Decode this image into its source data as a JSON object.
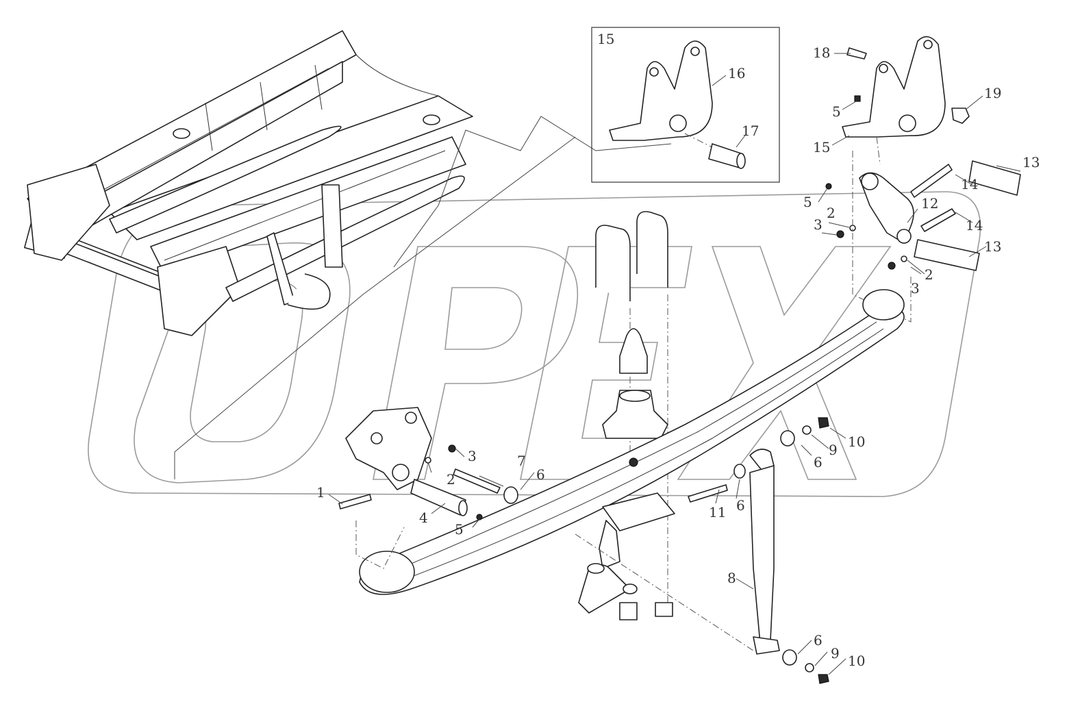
{
  "diagram": {
    "type": "exploded-parts-view",
    "watermark": "OPEX",
    "inset_label": "15",
    "callouts": [
      {
        "id": "c1",
        "label": "1"
      },
      {
        "id": "c2a",
        "label": "2"
      },
      {
        "id": "c2b",
        "label": "2"
      },
      {
        "id": "c2c",
        "label": "2"
      },
      {
        "id": "c3a",
        "label": "3"
      },
      {
        "id": "c3b",
        "label": "3"
      },
      {
        "id": "c3c",
        "label": "3"
      },
      {
        "id": "c4",
        "label": "4"
      },
      {
        "id": "c5a",
        "label": "5"
      },
      {
        "id": "c5b",
        "label": "5"
      },
      {
        "id": "c5c",
        "label": "5"
      },
      {
        "id": "c6a",
        "label": "6"
      },
      {
        "id": "c6b",
        "label": "6"
      },
      {
        "id": "c6c",
        "label": "6"
      },
      {
        "id": "c6d",
        "label": "6"
      },
      {
        "id": "c7",
        "label": "7"
      },
      {
        "id": "c8",
        "label": "8"
      },
      {
        "id": "c9a",
        "label": "9"
      },
      {
        "id": "c9b",
        "label": "9"
      },
      {
        "id": "c10a",
        "label": "10"
      },
      {
        "id": "c10b",
        "label": "10"
      },
      {
        "id": "c11",
        "label": "11"
      },
      {
        "id": "c12",
        "label": "12"
      },
      {
        "id": "c13a",
        "label": "13"
      },
      {
        "id": "c13b",
        "label": "13"
      },
      {
        "id": "c14a",
        "label": "14"
      },
      {
        "id": "c14b",
        "label": "14"
      },
      {
        "id": "c15",
        "label": "15"
      },
      {
        "id": "c16",
        "label": "16"
      },
      {
        "id": "c17",
        "label": "17"
      },
      {
        "id": "c18",
        "label": "18"
      },
      {
        "id": "c19",
        "label": "19"
      }
    ]
  }
}
